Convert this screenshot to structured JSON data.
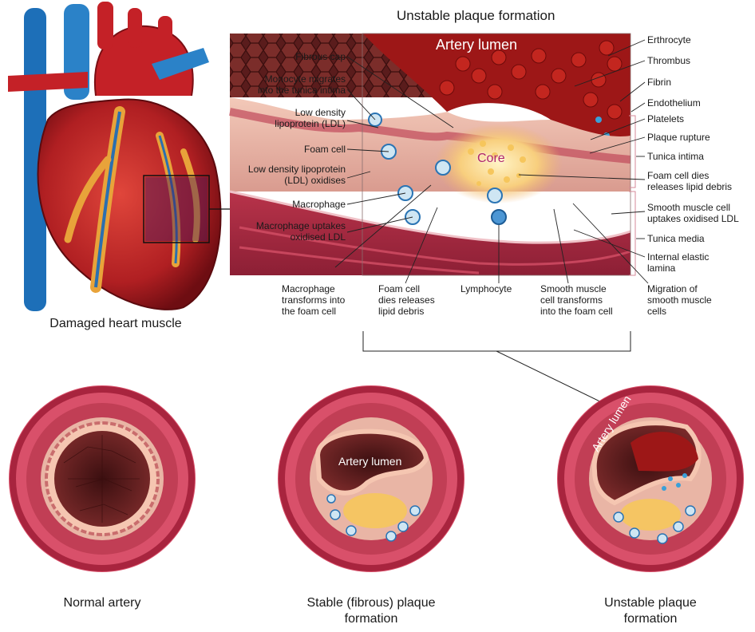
{
  "title": "Unstable plaque formation",
  "diagram_text": {
    "artery_lumen": "Artery lumen",
    "core": "Core"
  },
  "left_labels": [
    "Fibrous cap",
    "Monocyte migrates\ninto the tunica intima",
    "Low density\nlipoprotein (LDL)",
    "Foam cell",
    "Low density lipoprotein\n(LDL) oxidises",
    "Macrophage",
    "Macrophage uptakes\noxidised LDL"
  ],
  "right_labels": [
    "Erthrocyte",
    "Thrombus",
    "Fibrin",
    "Endothelium",
    "Platelets",
    "Plaque rupture",
    "Tunica intima",
    "Foam cell dies\nreleases lipid debris",
    "Smooth muscle cell\nuptakes oxidised LDL",
    "Tunica media",
    "Internal elastic\nlamina",
    "Migration of\nsmooth muscle\ncells"
  ],
  "bottom_labels": [
    "Macrophage\ntransforms into\nthe foam cell",
    "Foam cell\ndies releases\nlipid debris",
    "Lymphocyte",
    "Smooth muscle\ncell transforms\ninto the foam cell"
  ],
  "heart_caption": "Damaged heart muscle",
  "cross_sections": [
    {
      "caption": "Normal artery"
    },
    {
      "caption": "Stable (fibrous) plaque\nformation",
      "lumen_label": "Artery lumen"
    },
    {
      "caption": "Unstable plaque\nformation",
      "lumen_label": "Artery lumen"
    }
  ],
  "colors": {
    "artery_wall": "#b8334a",
    "muscle": "#d9506a",
    "blood": "#a51c1c",
    "vein": "#1d6fb8",
    "fat": "#e8a33a",
    "plaque": "#f4c26b",
    "platelet": "#3aa0d8"
  }
}
